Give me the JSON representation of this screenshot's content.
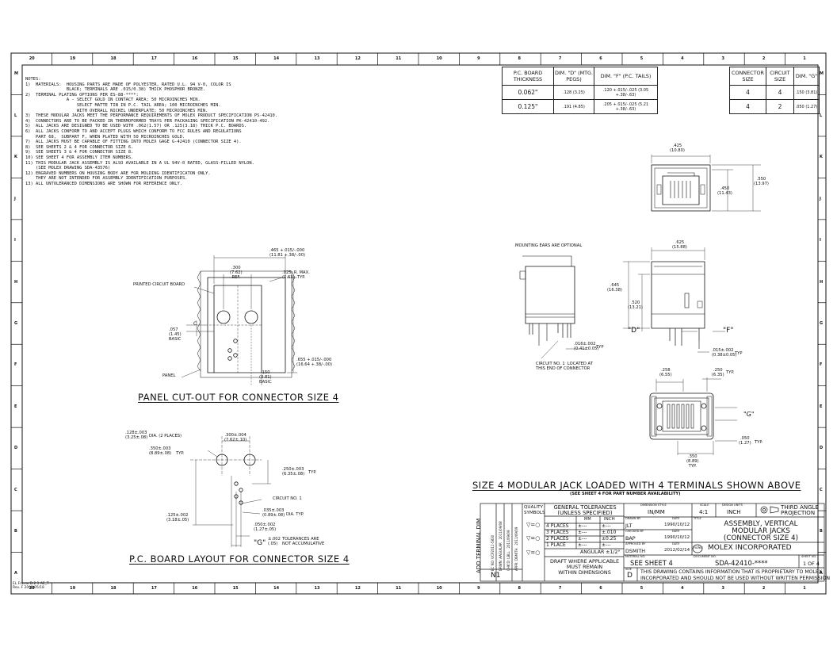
{
  "zones": {
    "top_columns": [
      "20",
      "19",
      "18",
      "17",
      "16",
      "15",
      "14",
      "13",
      "12",
      "11",
      "10",
      "9",
      "8",
      "7",
      "6",
      "5",
      "4",
      "3",
      "2",
      "1"
    ],
    "side_rows": [
      "M",
      "L",
      "K",
      "J",
      "I",
      "H",
      "G",
      "F",
      "E",
      "D",
      "C",
      "B",
      "A"
    ]
  },
  "notes": [
    "NOTES:",
    "1)  MATERIALS:  HOUSING PARTS ARE MADE OF POLYESTER, RATED U.L. 94 V-0, COLOR IS",
    "                BLACK; TERMINALS ARE .015/0.38) THICK PHOSPHOR BRONZE.",
    "2)  TERMINAL PLATING OPTIONS PER ES-88-****:",
    "                A - SELECT GOLD IN CONTACT AREA; 50 MICROINCHES MIN.",
    "                    SELECT MATTE TIN IN P.C. TAIL AREA; 100 MICROINCHES MIN.",
    "                    WITH OVERALL NICKEL UNDERPLATE; 50 MICROINCHES MIN.",
    "3)  THESE MODULAR JACKS MEET THE PERFORMANCE REQUIREMENTS OF MOLEX PRODUCT SPECIFICATION PS-42410.",
    "4)  CONNECTORS ARE TO BE PACKED IN THERMOFORMED TRAYS PER PACKAGING SPECIFICATION PK-42410-492.",
    "5)  ALL JACKS ARE DESIGNED TO BE USED WITH .062(1.57) OR .125(3.18) THICK P.C. BOARDS.",
    "6)  ALL JACKS CONFORM TO AND ACCEPT PLUGS WHICH CONFORM TO FCC RULES AND REGULATIONS",
    "    PART 68,  SUBPART F, WHEN PLATED WITH 50 MICROINCHES GOLD.",
    "7)  ALL JACKS MUST BE CAPABLE OF FITTING INTO MOLEX GAGE G-42410 (CONNECTOR SIZE 4).",
    "8)  SEE SHEETS 2 & 4 FOR CONNECTOR SIZE 6.",
    "9)  SEE SHEETS 3 & 4 FOR CONNECTOR SIZE 8.",
    "10) SEE SHEET 4 FOR ASSEMBLY ITEM NUMBERS.",
    "11) THIS MODULAR JACK ASSEMBLY IS ALSO AVAILABLE IN A UL 94V-0 RATED, GLASS-FILLED NYLON.",
    "    (SEE MOLEX DRAWING SDA-43576)",
    "12) ENGRAVED NUMBERS ON HOUSING BODY ARE FOR MOLDING IDENTIFICATON ONLY.",
    "    THEY ARE NOT INTENDED FOR ASSEMBLY IDENTIFICATION PURPOSES.",
    "13) ALL UNTOLERANCED DIMENSIONS ARE SHOWN FOR REFERENCE ONLY."
  ],
  "pcb_table": {
    "headers": [
      "P.C. BOARD\nTHICKNESS",
      "DIM. \"D\"\n(MTG. PEGS)",
      "DIM. \"F\"\n(P.C. TAILS)"
    ],
    "rows": [
      [
        "0.062\"",
        ".128\n(3.25)",
        ".120 +.015/-.025\n(3.05 +.38/-.63)"
      ],
      [
        "0.125\"",
        ".191\n(4.85)",
        ".205 +.015/-.025\n(5.21 +.38/-.63)"
      ]
    ]
  },
  "conn_table": {
    "headers": [
      "CONNECTOR\nSIZE",
      "CIRCUIT\nSIZE",
      "DIM.\n\"G\""
    ],
    "rows": [
      [
        "4",
        "4",
        ".150\n(3.81)"
      ],
      [
        "4",
        "2",
        ".050\n(1.27)"
      ]
    ]
  },
  "captions": {
    "panel": "PANEL CUT-OUT FOR CONNECTOR SIZE 4",
    "pcb": "P.C. BOARD LAYOUT FOR CONNECTOR SIZE 4",
    "jack": "SIZE 4 MODULAR JACK LOADED WITH 4 TERMINALS SHOWN ABOVE",
    "jack_sub": "(SEE SHEET 4 FOR PART NUMBER AVAILABILITY)"
  },
  "panel_view": {
    "dim_top": ".465 +.015/-.000\n(11.81 +.38/-.00)",
    "dim_300": ".300\n(7.62)\nREF.",
    "radius": ".025  R. MAX.\n(0.63)  TYP.",
    "pcb_label": "PRINTED CIRCUIT BOARD",
    "dim_057": ".057\n(1.45)\nBASIC",
    "dim_655": ".655 +.015/-.000\n(16.64 +.38/-.00)",
    "dim_150": ".150\n(3.81)\nBASIC",
    "panel_label": "PANEL",
    "c_mark": "C"
  },
  "pcb_view": {
    "dia_large": ".128±.003\n(3.25±.08)",
    "dia_large_tail": "DIA. (2 PLACES)",
    "dim_300": ".300±.004\n(7.62±.10)",
    "dim_350": ".350±.003\n(8.89±.08)",
    "typ": "TYP.",
    "dim_250": ".250±.003\n(6.35±.08)",
    "circuit1": "CIRCUIT NO. 1",
    "dim_125": ".125±.002\n(3.18±.05)",
    "dia_small": ".035±.003\n(0.89±.08)",
    "dia_small_tail": "DIA. TYP.",
    "dim_050": ".050±.002\n(1.27±.05)",
    "g_mark": "\"G\"",
    "g_tol": "±.002\n(.05)",
    "g_note": "TOLERANCES ARE\nNOT ACCUMULATIVE"
  },
  "jack_front": {
    "dim_425": ".425\n(10.80)",
    "dim_550": ".550\n(13.97)",
    "dim_450": ".450\n(11.43)"
  },
  "jack_side": {
    "ears": "MOUNTING EARS ARE OPTIONAL",
    "dim_625": ".625\n(15.88)",
    "dim_645": ".645\n(16.38)",
    "dim_520": ".520\n(13.21)",
    "d_label": "\"D\"",
    "f_label": "\"F\"",
    "dim_016": ".016±.002\n(0.41±0.05)",
    "dim_016_typ": "TYP",
    "dim_015": ".015±.002\n(0.38±0.05)",
    "dim_015_typ": "TYP",
    "circuit_note": "CIRCUIT NO. 1  LOCATED AT\nTHIS END OF CONNECTOR"
  },
  "jack_bottom": {
    "dim_258": ".258\n(6.55)",
    "dim_250": ".250\n(6.35)",
    "typ": "TYP.",
    "g_label": "\"G\"",
    "dim_050": ".050\n(1.27)",
    "dim_050_typ": "TYP.",
    "dim_350": ".350\n(8.89)\nTYP."
  },
  "title_block": {
    "revision": "N1",
    "rev_desc": "ADD TERMINAL DIM",
    "ec": "EC NO: UCP2011-5830",
    "drwn": "DRWN: AAGUILAR   2011/09/08",
    "chk": "CHK'D: LBLL   2011/09/09",
    "appr": "APPR: DSMITH   2011/09/09",
    "quality": "QUALITY\nSYMBOLS",
    "gen_tol": "GENERAL TOLERANCES\n(UNLESS SPECIFIED)",
    "mm": "MM",
    "inch": "INCH",
    "places": [
      "4 PLACES",
      "3 PLACES",
      "2 PLACES",
      "1 PLACE"
    ],
    "mm_vals": [
      "±---",
      "±---",
      "±---",
      "±---"
    ],
    "inch_vals": [
      "±---",
      "±.010",
      "±0.25",
      "±---"
    ],
    "angular": "ANGULAR ±1/2°",
    "draft": "DRAFT WHERE APPLICABLE\nMUST REMAIN\nWITHIN DIMENSIONS",
    "dim_style_lbl": "DIMENSION STYLE",
    "dim_style": "IN/MM",
    "scale_lbl": "SCALE",
    "scale": "4:1",
    "units_lbl": "DESIGN UNITS",
    "units": "INCH",
    "projection": "THIRD ANGLE\nPROJECTION",
    "drawn_lbl": "DRAWN BY",
    "drawn": "JLT",
    "drawn_date": "1990/10/12",
    "date_lbl": "DATE",
    "checked_lbl": "CHECKED BY",
    "checked": "BAP",
    "checked_date": "1990/10/12",
    "approved_lbl": "APPROVED BY",
    "approved": "DSMITH",
    "approved_date": "2012/02/14",
    "material_lbl": "MATERIAL NO.",
    "material": "SEE SHEET 4",
    "title_lbl": "TITLE",
    "title": "ASSEMBLY, VERTICAL\nMODULAR JACKS\n(CONNECTOR SIZE 4)",
    "company": "MOLEX INCORPORATED",
    "logo": "molex",
    "doc_lbl": "DOCUMENT NO.",
    "doc": "SDA-42410-****",
    "sheet_lbl": "SHEET NO.",
    "sheet": "1 OF 4",
    "size_lbl": "SIZE",
    "size": "D",
    "proprietary": "THIS DRAWING CONTAINS INFORMATION THAT IS PROPRIETARY TO MOLEX\nINCORPORATED AND SHOULD NOT BE USED WITHOUT WRITTEN PERMISSION"
  },
  "footer": "EL Frame D.2.1 AE_T\nRev. F 2009/05/18"
}
